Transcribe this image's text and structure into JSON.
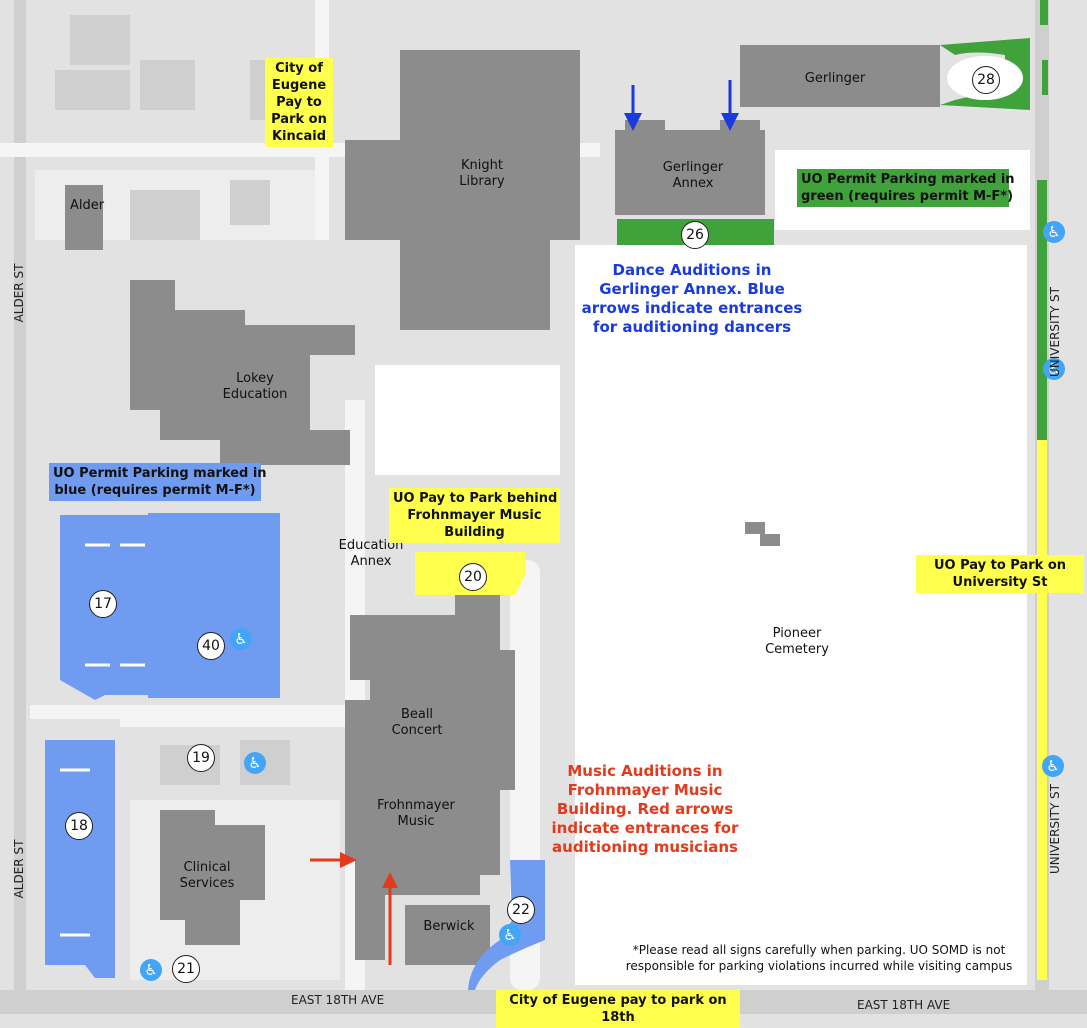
{
  "buildings": {
    "gerlinger": "Gerlinger",
    "gerlinger_annex": "Gerlinger\nAnnex",
    "knight_library": "Knight\nLibrary",
    "alder": "Alder",
    "lokey_education": "Lokey\nEducation",
    "education_annex": "Education\nAnnex",
    "beall_concert": "Beall\nConcert",
    "frohnmayer_music": "Frohnmayer\nMusic",
    "clinical_services": "Clinical\nServices",
    "berwick": "Berwick",
    "pioneer_cemetery": "Pioneer\nCemetery"
  },
  "parking_lots": {
    "lot_28": "28",
    "lot_26": "26",
    "lot_20": "20",
    "lot_17": "17",
    "lot_40": "40",
    "lot_19": "19",
    "lot_18": "18",
    "lot_22": "22",
    "lot_21": "21"
  },
  "callouts": {
    "city_kincaid": "City of\nEugene\nPay to\nPark on\nKincaid",
    "uo_green": "UO Permit Parking marked in\ngreen (requires permit M-F*)",
    "uo_blue": "UO Permit Parking marked in\nblue (requires permit M-F*)",
    "uo_frohnmayer": "UO Pay to Park behind\nFrohnmayer Music\nBuilding",
    "uo_university": "UO Pay to Park on\nUniversity St",
    "city_18th": "City of Eugene pay to park on 18th"
  },
  "notes": {
    "dance": "Dance Auditions in\nGerlinger Annex. Blue\narrows indicate entrances\nfor auditioning dancers",
    "music": "Music Auditions in\nFrohnmayer Music\nBuilding. Red arrows\nindicate entrances for\nauditioning musicians",
    "disclaimer": "*Please read all signs carefully when parking. UO SOMD is not\nresponsible for parking violations incurred while visiting campus"
  },
  "streets": {
    "alder_st_top": "ALDER ST",
    "alder_st_bottom": "ALDER ST",
    "university_st_top": "UNIVERSITY ST",
    "university_st_bottom": "UNIVERSITY ST",
    "east_18th_left": "EAST 18TH AVE",
    "east_18th_right": "EAST 18TH AVE"
  },
  "icons": {
    "accessible_parking": "wheelchair-icon",
    "dance_entrance_arrow": "blue-arrow-icon",
    "music_entrance_arrow": "red-arrow-icon"
  },
  "colors": {
    "building": "#8c8c8c",
    "permit_green": "#3fa23a",
    "permit_blue": "#6f9bf0",
    "pay_yellow": "#ffff4d",
    "dance_arrow": "#1a3bdc",
    "music_arrow": "#e23a1c",
    "accessible": "#42a5f5"
  }
}
